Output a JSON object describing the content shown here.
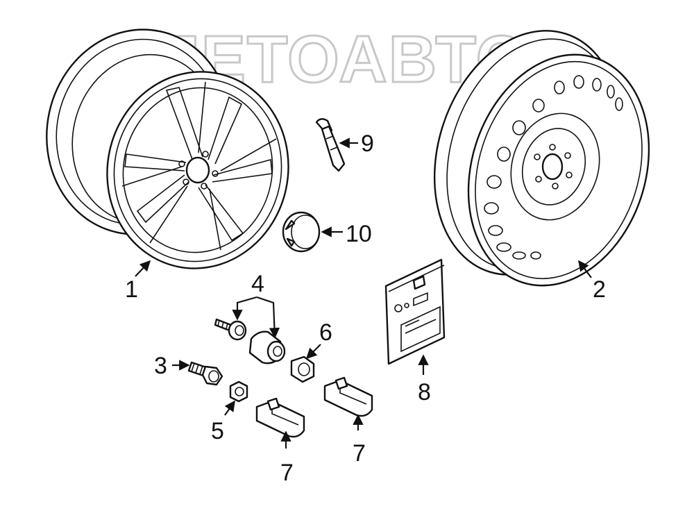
{
  "watermark": {
    "text": "АЛЕТОАВТО"
  },
  "callouts": {
    "c1": "1",
    "c2": "2",
    "c3": "3",
    "c4": "4",
    "c5": "5",
    "c6": "6",
    "c7a": "7",
    "c7b": "7",
    "c8": "8",
    "c9": "9",
    "c10": "10"
  }
}
